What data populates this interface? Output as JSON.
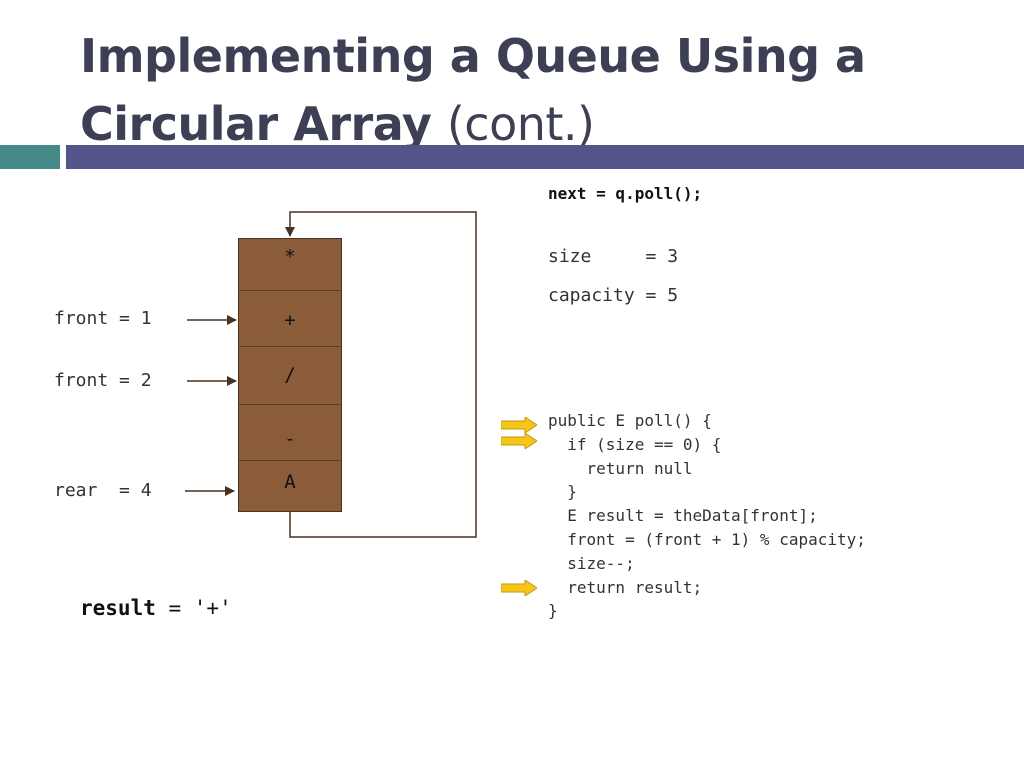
{
  "slide": {
    "title_bold": "Implementing a Queue Using a Circular Array",
    "title_normal": "(cont.)"
  },
  "colors": {
    "title": "#3d3f54",
    "teal_bar": "#468989",
    "indigo_bar": "#53548a",
    "array_cell": "#8a5c3a",
    "arrow": "#4a3120",
    "highlight_arrow": "#f5c518"
  },
  "array": {
    "cells": [
      "*",
      "+",
      "/",
      "-",
      "A"
    ]
  },
  "pointers": {
    "front_old": "front = 1",
    "front_new": "front = 2",
    "rear": "rear  = 4"
  },
  "result": {
    "name": "result",
    "value": " = '+'"
  },
  "statement": "next = q.poll();",
  "variables": {
    "size": "size     = 3",
    "capacity": "capacity = 5"
  },
  "code": {
    "lines": [
      "public E poll() {",
      "  if (size == 0) {",
      "    return null",
      "  }",
      "  E result = theData[front];",
      "  front = (front + 1) % capacity;",
      "  size--;",
      "  return result;",
      "}"
    ],
    "highlighted_lines": [
      1,
      2,
      8
    ]
  }
}
